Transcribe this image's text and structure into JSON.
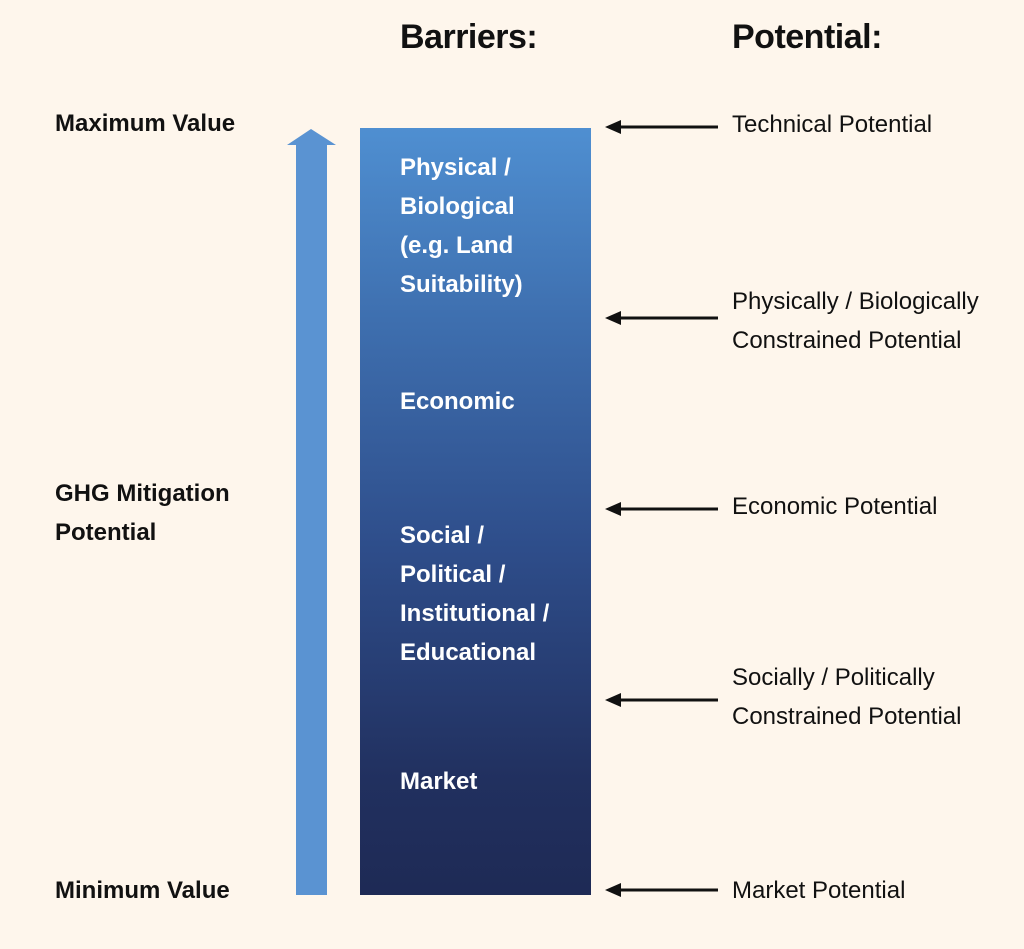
{
  "headers": {
    "barriers": "Barriers:",
    "potential": "Potential:"
  },
  "axis": {
    "maximum": "Maximum Value",
    "label_line1": "GHG Mitigation",
    "label_line2": "Potential",
    "minimum": "Minimum Value"
  },
  "barriers": {
    "physical": [
      "Physical /",
      "Biological",
      "(e.g. Land",
      "Suitability)"
    ],
    "economic": [
      "Economic"
    ],
    "social": [
      "Social /",
      "Political /",
      "Institutional /",
      "Educational"
    ],
    "market": [
      "Market"
    ]
  },
  "potentials": {
    "technical": [
      "Technical Potential"
    ],
    "physically_constrained": [
      "Physically / Biologically",
      "Constrained Potential"
    ],
    "economic": [
      "Economic Potential"
    ],
    "socially_constrained": [
      "Socially / Politically",
      "Constrained Potential"
    ],
    "market": [
      "Market Potential"
    ]
  },
  "colors": {
    "background": "#FEF6EC",
    "up_arrow": "#5A93D2",
    "bar_top": "#4F8FD1",
    "bar_bottom": "#1E2A55",
    "text": "#111111"
  }
}
